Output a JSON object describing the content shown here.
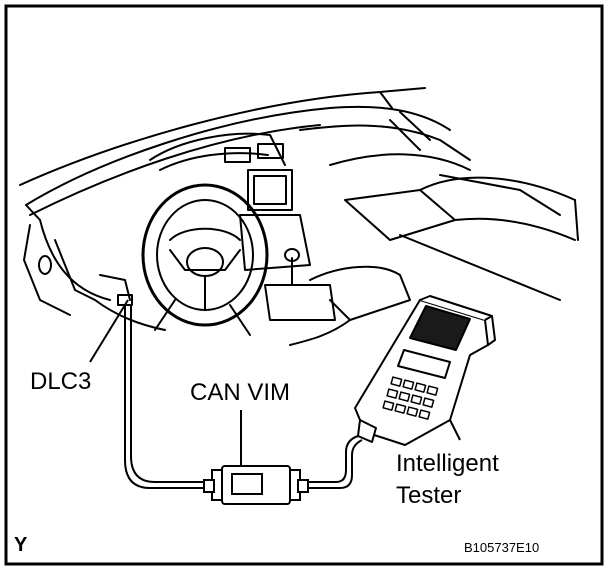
{
  "labels": {
    "dlc3": "DLC3",
    "can_vim": "CAN VIM",
    "tester_line1": "Intelligent",
    "tester_line2": "Tester",
    "corner_letter": "Y",
    "figure_code": "B105737E10"
  },
  "colors": {
    "ink": "#000000",
    "background": "#ffffff",
    "screen_fill": "#1a1a1a"
  }
}
